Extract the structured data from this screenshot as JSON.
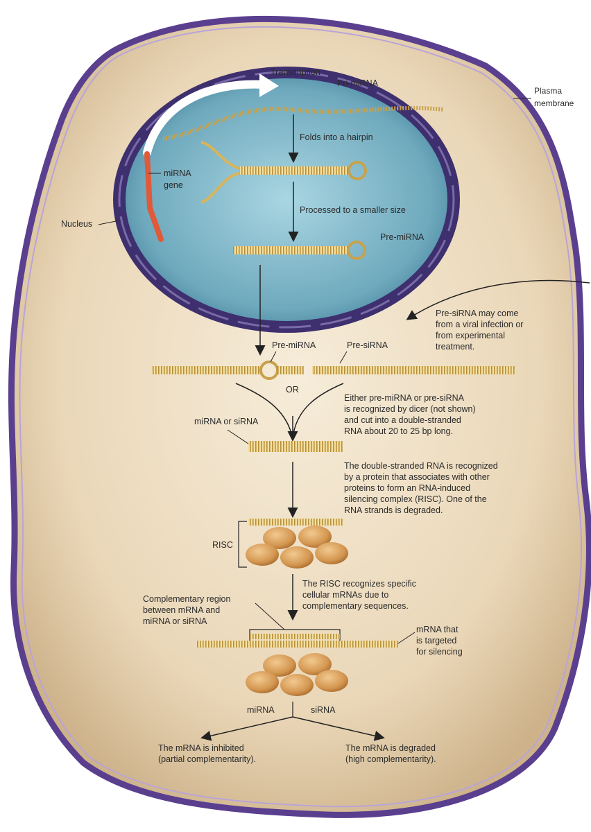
{
  "labels": {
    "transcription": "Transcription",
    "pri_mirna": "Pri-miRNA",
    "plasma_membrane": [
      "Plasma",
      "membrane"
    ],
    "folds": "Folds into a hairpin",
    "mirna_gene": [
      "miRNA",
      "gene"
    ],
    "nucleus": "Nucleus",
    "processed": "Processed to a smaller size",
    "pre_mirna_nucleus": "Pre-miRNA",
    "pre_sirna_note": [
      "Pre-siRNA may come",
      "from a viral infection or",
      "from experimental",
      "treatment."
    ],
    "pre_mirna": "Pre-miRNA",
    "pre_sirna": "Pre-siRNA",
    "or": "OR",
    "dicer_note": [
      "Either pre-miRNA or pre-siRNA",
      "is recognized by dicer (not shown)",
      "and cut into a double-stranded",
      "RNA about 20 to 25 bp long."
    ],
    "mirna_or_sirna": "miRNA or siRNA",
    "risc_note": [
      "The double-stranded RNA is recognized",
      "by a protein that associates with other",
      "proteins to form an RNA-induced",
      "silencing complex (RISC). One of the",
      "RNA strands is degraded."
    ],
    "risc": "RISC",
    "recognizes_note": [
      "The RISC recognizes specific",
      "cellular mRNAs due to",
      "complementary sequences."
    ],
    "complementary_region": [
      "Complementary region",
      "between mRNA and",
      "miRNA or siRNA"
    ],
    "mrna_targeted": [
      "mRNA that",
      "is targeted",
      "for silencing"
    ],
    "mirna": "miRNA",
    "sirna": "siRNA",
    "outcome_mirna": [
      "The mRNA is inhibited",
      "(partial complementarity)."
    ],
    "outcome_sirna": [
      "The mRNA is degraded",
      "(high complementarity)."
    ]
  },
  "colors": {
    "membrane": "#6a4a9c",
    "cytoplasm": "#e9d6b8",
    "nucleoplasm": "#8fc3d3",
    "nuclear_envelope": "#3e2f6e",
    "rna": "#d9b45a",
    "gene": "#e05a3a",
    "protein": "#d49a55"
  }
}
